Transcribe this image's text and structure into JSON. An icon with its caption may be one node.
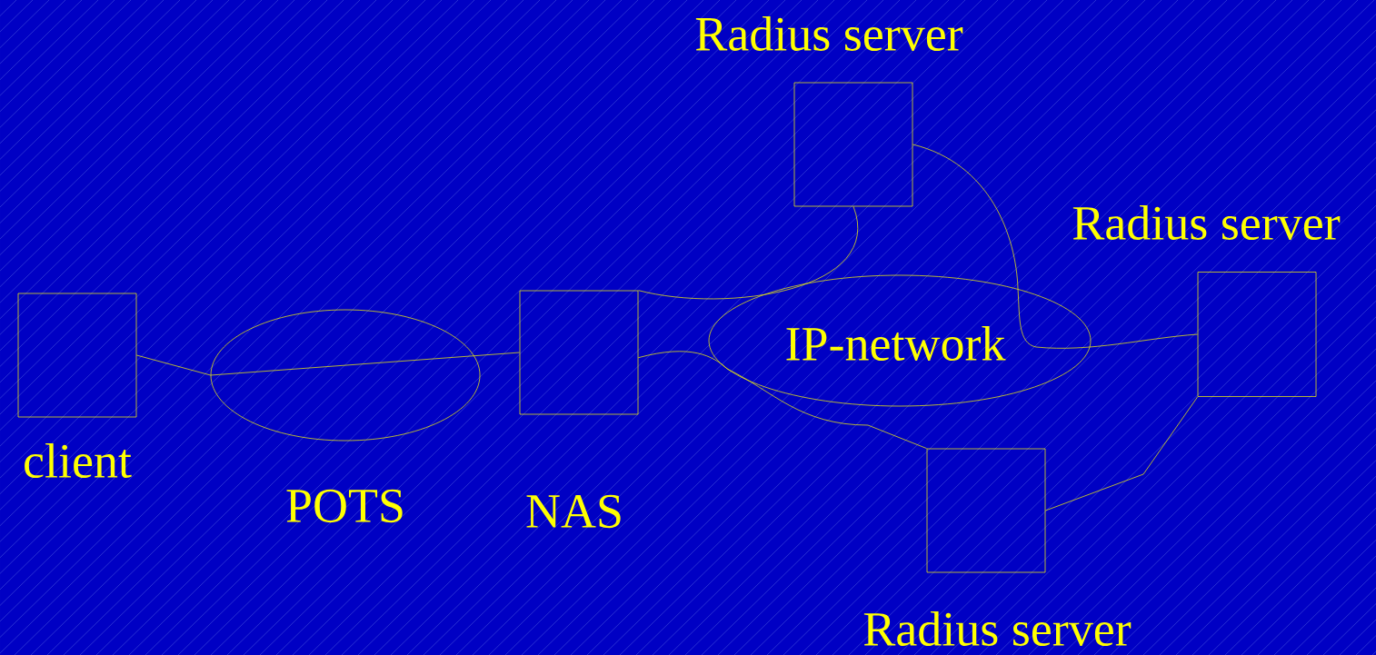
{
  "diagram": {
    "nodes": [
      {
        "text": [
          "client"
        ]
      },
      {
        "text": [
          "POTS"
        ]
      },
      {
        "text": [
          "NAS"
        ]
      },
      {
        "text": [
          "IP-network"
        ]
      },
      {
        "text": [
          "Radius server"
        ]
      },
      {
        "text": [
          "Radius server"
        ]
      },
      {
        "text": [
          "Radius server"
        ]
      }
    ],
    "edges": [
      {
        "from": 0,
        "to": 1,
        "arrow": "none"
      },
      {
        "from": 1,
        "to": 2,
        "arrow": "none"
      },
      {
        "from": 2,
        "to": 4,
        "arrow": "none"
      },
      {
        "from": 2,
        "to": 3,
        "arrow": "none"
      },
      {
        "from": 3,
        "to": 6,
        "arrow": "none"
      },
      {
        "from": 4,
        "to": 3,
        "arrow": "none"
      },
      {
        "from": 3,
        "to": 5,
        "arrow": "none"
      },
      {
        "from": 5,
        "to": 6,
        "arrow": "none"
      }
    ]
  }
}
